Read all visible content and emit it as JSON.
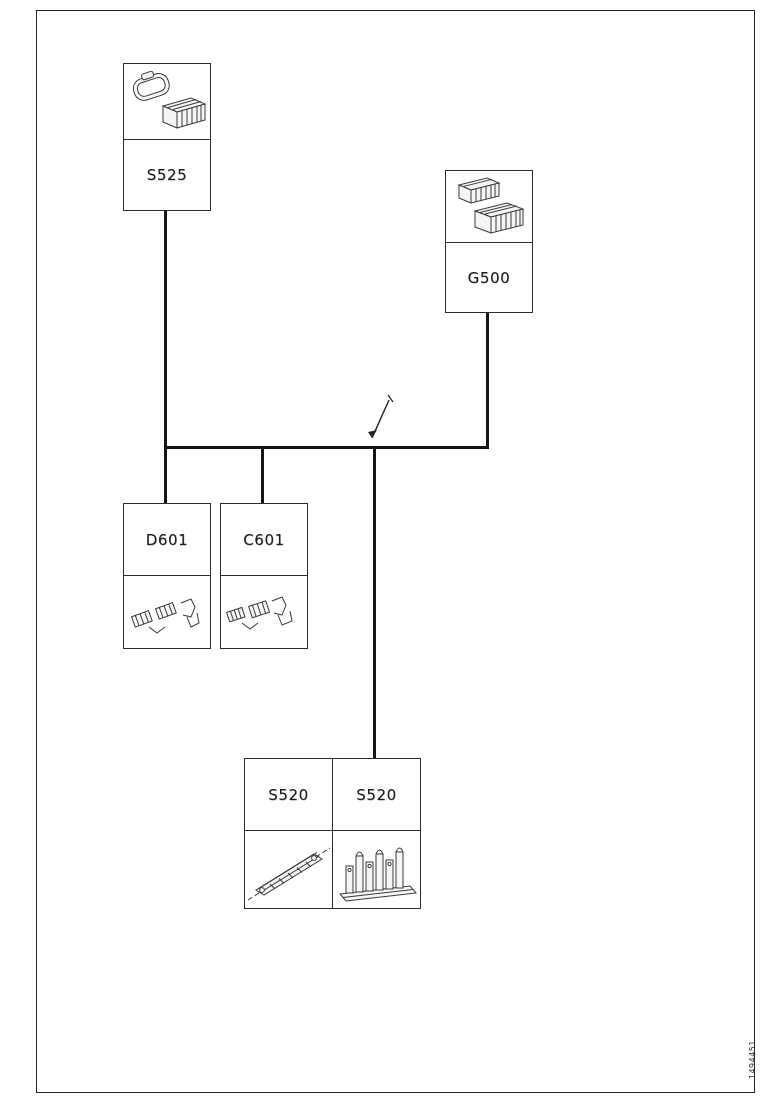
{
  "frame": {
    "doc_number": "1494451"
  },
  "nodes": {
    "s525": {
      "label": "S525"
    },
    "g500": {
      "label": "G500"
    },
    "d601": {
      "label": "D601"
    },
    "c601": {
      "label": "C601"
    },
    "s520a": {
      "label": "S520"
    },
    "s520b": {
      "label": "S520"
    }
  }
}
